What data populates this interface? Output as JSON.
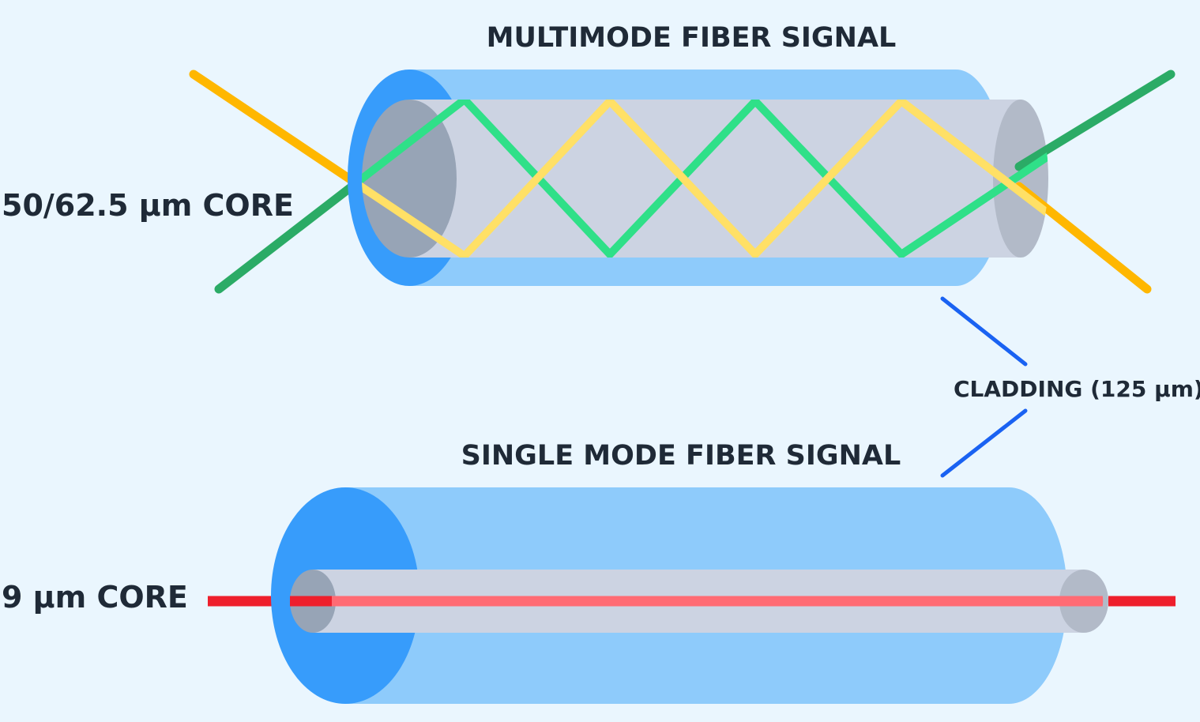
{
  "multimode": {
    "title": "MULTIMODE FIBER SIGNAL",
    "core_label": "50/62.5 µm CORE"
  },
  "singlemode": {
    "title": "SINGLE MODE FIBER SIGNAL",
    "core_label": "9 µm CORE"
  },
  "cladding_label": "CLADDING (125 µm)",
  "colors": {
    "background": "#eaf6fe",
    "cladding": "#8ecbfb",
    "cladding_face": "#379cfb",
    "core": "#ccd3e2",
    "core_end": "#b2bac8",
    "multimode_ray_a": "#2fe088",
    "multimode_ray_a_outer": "#2bab66",
    "multimode_ray_b": "#ffe066",
    "multimode_ray_b_outer": "#ffb700",
    "singlemode_ray": "#ff6b74",
    "singlemode_ray_outer": "#ee1f2c",
    "leader_line": "#1a62f2",
    "text": "#1f2a37"
  }
}
